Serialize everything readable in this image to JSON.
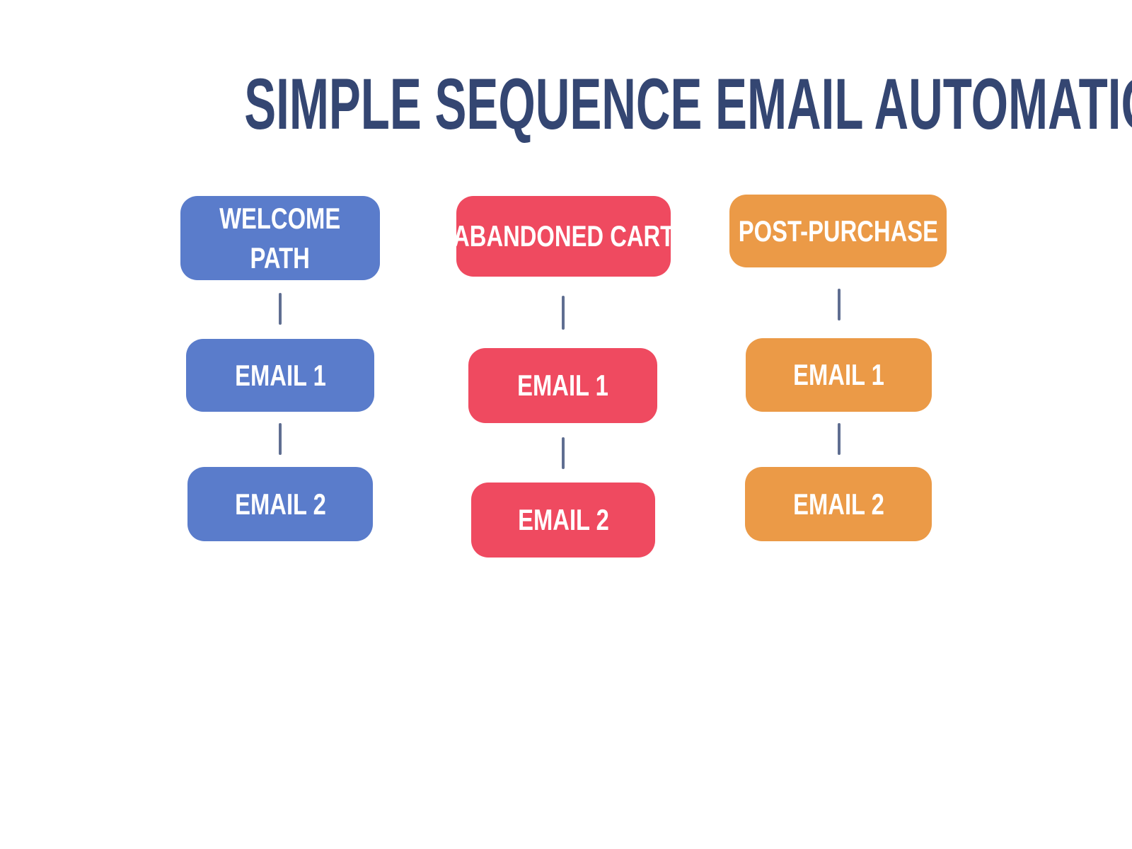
{
  "title": "SIMPLE SEQUENCE EMAIL AUTOMATION",
  "colors": {
    "background": "#FFFFFF",
    "title_text": "#344672",
    "connector_line": "#5F6E91",
    "box_text": "#FFFFFF",
    "blue": "#5A7CCB",
    "red": "#EF4A60",
    "orange": "#EB9A47"
  },
  "columns": [
    {
      "name": "welcome-path",
      "color": "#5A7CCB",
      "header": "WELCOME PATH",
      "header_lines": [
        "WELCOME",
        "PATH"
      ],
      "emails": [
        "EMAIL 1",
        "EMAIL 2"
      ]
    },
    {
      "name": "abandoned-cart",
      "color": "#EF4A60",
      "header": "ABANDONED CART",
      "emails": [
        "EMAIL 1",
        "EMAIL 2"
      ]
    },
    {
      "name": "post-purchase",
      "color": "#EB9A47",
      "header": "POST-PURCHASE",
      "emails": [
        "EMAIL 1",
        "EMAIL 2"
      ]
    }
  ]
}
